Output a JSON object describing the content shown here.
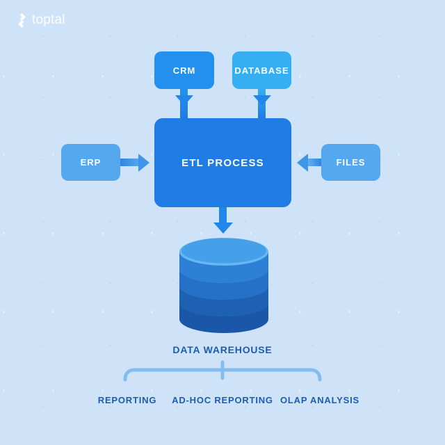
{
  "logo": {
    "text": "toptal",
    "color": "#ffffff"
  },
  "diagram": {
    "sources": [
      {
        "id": "crm",
        "label": "CRM",
        "color": "#2490ee"
      },
      {
        "id": "database",
        "label": "DATABASE",
        "color": "#35aef4"
      },
      {
        "id": "erp",
        "label": "ERP",
        "color": "#55a8ee"
      },
      {
        "id": "files",
        "label": "FILES",
        "color": "#55a8ee"
      }
    ],
    "process": {
      "label": "ETL PROCESS",
      "color": "#1e7ce4"
    },
    "warehouse": {
      "label": "DATA WAREHOUSE",
      "icon": "database-cylinder-icon"
    },
    "outputs": [
      {
        "label": "REPORTING"
      },
      {
        "label": "AD-HOC REPORTING"
      },
      {
        "label": "OLAP ANALYSIS"
      }
    ],
    "flows": [
      "CRM -> ETL PROCESS",
      "DATABASE -> ETL PROCESS",
      "ERP -> ETL PROCESS",
      "FILES -> ETL PROCESS",
      "ETL PROCESS -> DATA WAREHOUSE"
    ],
    "colors": {
      "background": "#cfe3f8",
      "arrow": "#2186ea",
      "label_text": "#1d5cb0",
      "bracket": "#85bdf0",
      "cylinder_bands": [
        "#2e7fd6",
        "#2671c8",
        "#1e60b2",
        "#1b57a8"
      ],
      "cylinder_top": "#459fe9"
    }
  }
}
